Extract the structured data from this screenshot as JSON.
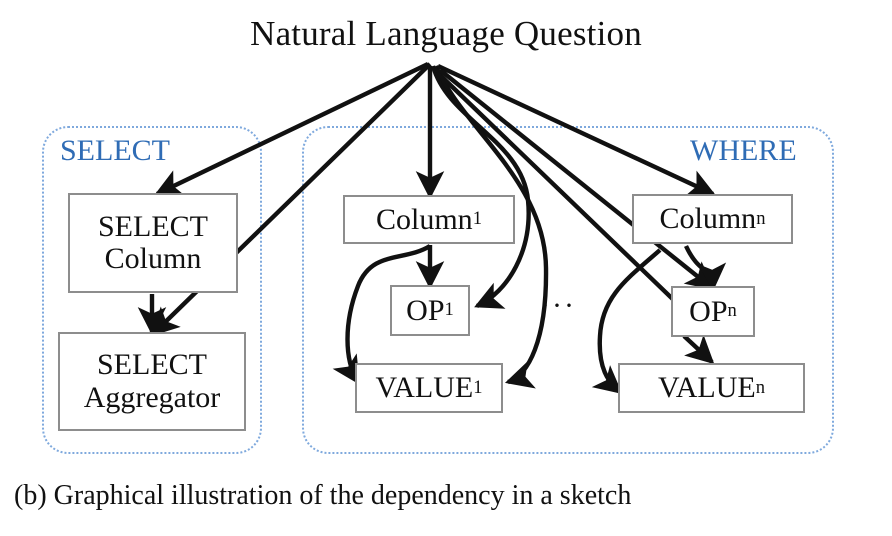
{
  "figure": {
    "title": "Natural Language Question",
    "caption": "(b) Graphical illustration of the dependency in a sketch",
    "ellipsis": "···",
    "colors": {
      "panel_border": "#7fa9dd",
      "panel_label": "#2f6cb5",
      "node_border": "#8d8d8d",
      "edge": "#111111",
      "background": "#ffffff",
      "text": "#111111"
    }
  },
  "panels": [
    {
      "id": "select",
      "label": "SELECT",
      "label_align": "left"
    },
    {
      "id": "where",
      "label": "WHERE",
      "label_align": "right"
    }
  ],
  "nodes": [
    {
      "id": "select-column",
      "line1": "SELECT",
      "line2": "Column",
      "sub": ""
    },
    {
      "id": "select-aggregator",
      "line1": "SELECT",
      "line2": "Aggregator",
      "sub": ""
    },
    {
      "id": "column-1",
      "line1": "Column",
      "line2": "",
      "sub": "1"
    },
    {
      "id": "op-1",
      "line1": "OP",
      "line2": "",
      "sub": "1"
    },
    {
      "id": "value-1",
      "line1": "VALUE",
      "line2": "",
      "sub": "1"
    },
    {
      "id": "column-n",
      "line1": "Column",
      "line2": "",
      "sub": "n"
    },
    {
      "id": "op-n",
      "line1": "OP",
      "line2": "",
      "sub": "n"
    },
    {
      "id": "value-n",
      "line1": "VALUE",
      "line2": "",
      "sub": "n"
    }
  ],
  "edges": [
    {
      "from": "natural-language-question",
      "to": "select-column"
    },
    {
      "from": "natural-language-question",
      "to": "select-aggregator"
    },
    {
      "from": "natural-language-question",
      "to": "column-1"
    },
    {
      "from": "natural-language-question",
      "to": "op-1"
    },
    {
      "from": "natural-language-question",
      "to": "value-1"
    },
    {
      "from": "natural-language-question",
      "to": "column-n"
    },
    {
      "from": "natural-language-question",
      "to": "op-n"
    },
    {
      "from": "natural-language-question",
      "to": "value-n"
    },
    {
      "from": "select-column",
      "to": "select-aggregator"
    },
    {
      "from": "column-1",
      "to": "op-1"
    },
    {
      "from": "column-1",
      "to": "value-1"
    },
    {
      "from": "column-n",
      "to": "op-n"
    },
    {
      "from": "column-n",
      "to": "value-n"
    },
    {
      "from": "op-n",
      "to": "value-n"
    }
  ]
}
